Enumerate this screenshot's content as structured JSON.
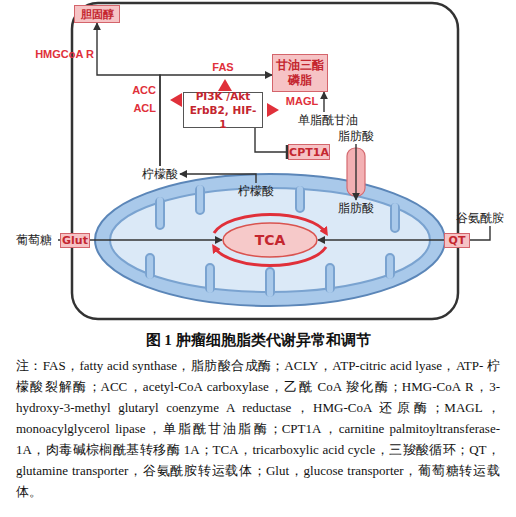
{
  "diagram": {
    "caption": "图 1 肿瘤细胞脂类代谢异常和调节",
    "nodes": [
      {
        "text": [
          "胆固醇"
        ]
      },
      {
        "text": [
          "甘油三酯 磷脂"
        ]
      },
      {
        "text": [
          "PI3K /Akt ErbB2, HIF-1"
        ]
      },
      {
        "text": [
          "单脂酰甘油"
        ]
      },
      {
        "text": [
          "脂肪酸"
        ]
      },
      {
        "text": [
          "CPT1A"
        ]
      },
      {
        "text": [
          "柠檬酸"
        ]
      },
      {
        "text": [
          "柠檬酸"
        ]
      },
      {
        "text": [
          "脂肪酸"
        ]
      },
      {
        "text": [
          "葡萄糖"
        ]
      },
      {
        "text": [
          "Glut"
        ]
      },
      {
        "text": [
          "TCA"
        ]
      },
      {
        "text": [
          "QT"
        ]
      },
      {
        "text": [
          "谷氨酰胺"
        ]
      }
    ],
    "edges": [
      {
        "from": 6,
        "to": 0,
        "label": "HMGCoA R",
        "arrow": "to"
      },
      {
        "from": 6,
        "to": 1,
        "label": "FAS",
        "arrow": "to"
      },
      {
        "from": 3,
        "to": 1,
        "label": "MAGL",
        "arrow": "to"
      },
      {
        "from": 2,
        "to": 5,
        "arrow": "to"
      },
      {
        "from": 4,
        "to": 8,
        "arrow": "to"
      },
      {
        "from": 7,
        "to": 6,
        "arrow": "to"
      },
      {
        "from": 9,
        "to": 10,
        "arrow": "none"
      },
      {
        "from": 10,
        "to": 11,
        "arrow": "to"
      },
      {
        "from": 13,
        "to": 12,
        "arrow": "none"
      },
      {
        "from": 12,
        "to": 11,
        "arrow": "to"
      }
    ],
    "labels": [
      "ACC",
      "ACL",
      "注：FAS，fatty acid synthase，脂肪酸合成酶；ACLY，ATP-citric acid lyase，ATP- 柠檬酸裂解酶；ACC，acetyl-CoA carboxylase，乙酰 CoA 羧化酶；HMG-CoA R，3-hydroxy-3-methyl glutaryl coenzyme A reductase，HMG-CoA 还原酶；MAGL，monoacylglycerol lipase，单脂酰甘油脂酶；CPT1A，carnitine palmitoyltransferase-1A，肉毒碱棕榈酰基转移酶 1A；TCA，tricarboxylic acid cycle，三羧酸循环；QT，glutamine transporter，谷氨酰胺转运载体；Glut，glucose transporter，葡萄糖转运载体。"
    ]
  }
}
